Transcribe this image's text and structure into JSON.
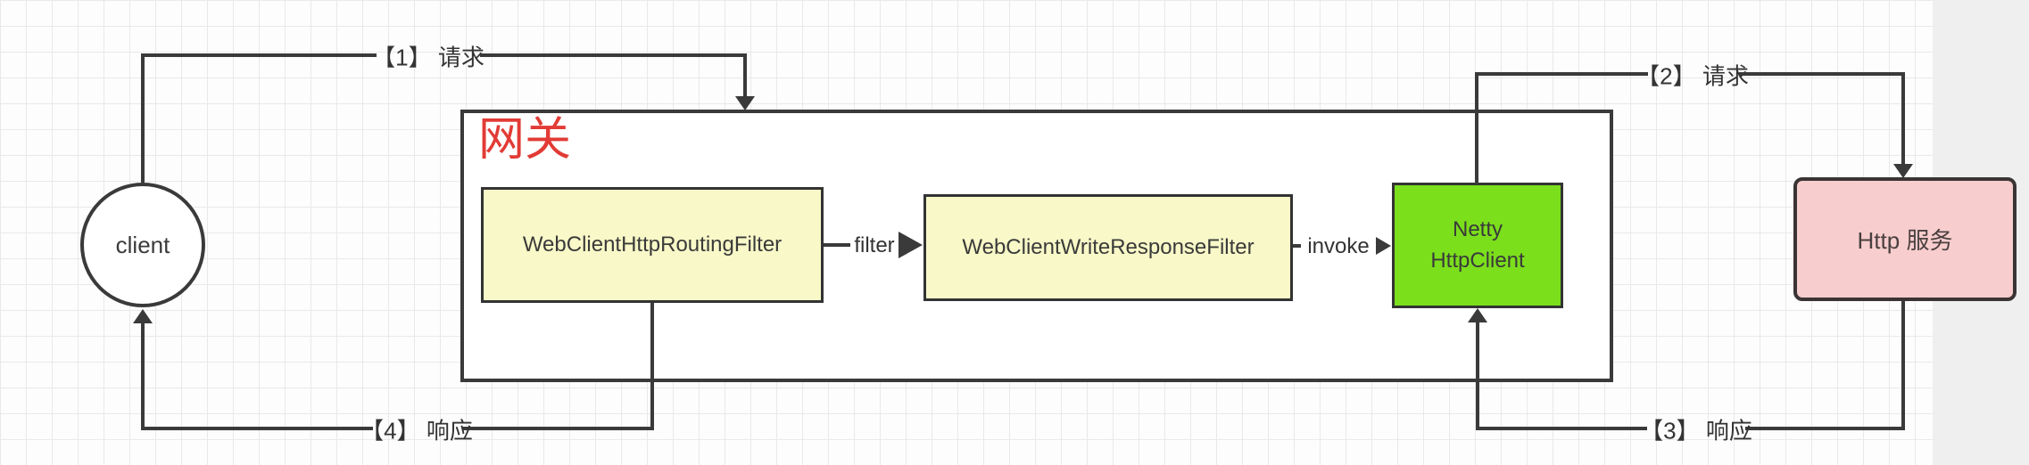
{
  "diagram": {
    "nodes": {
      "client": {
        "label": "client",
        "shape": "circle"
      },
      "gateway": {
        "label": "网关"
      },
      "routing_filter": {
        "label": "WebClientHttpRoutingFilter"
      },
      "write_response_filter": {
        "label": "WebClientWriteResponseFilter"
      },
      "netty_http_client": {
        "label": "Netty\nHttpClient"
      },
      "http_service": {
        "label": "Http 服务"
      }
    },
    "edges": {
      "filter": {
        "label": "filter"
      },
      "invoke": {
        "label": "invoke"
      },
      "step1": {
        "label": "【1】 请求"
      },
      "step2": {
        "label": "【2】 请求"
      },
      "step3": {
        "label": "【3】 响应"
      },
      "step4": {
        "label": "【4】 响应"
      }
    },
    "colors": {
      "line": "#3a3a3a",
      "gateway_title": "#e23b35",
      "filter_box_fill": "#f8f8c8",
      "netty_fill": "#7bdf1c",
      "http_service_fill": "#f8cdcd",
      "canvas_bg": "#fdfdfd",
      "grid_line": "#e9e9e9",
      "right_strip": "#efefef"
    }
  }
}
